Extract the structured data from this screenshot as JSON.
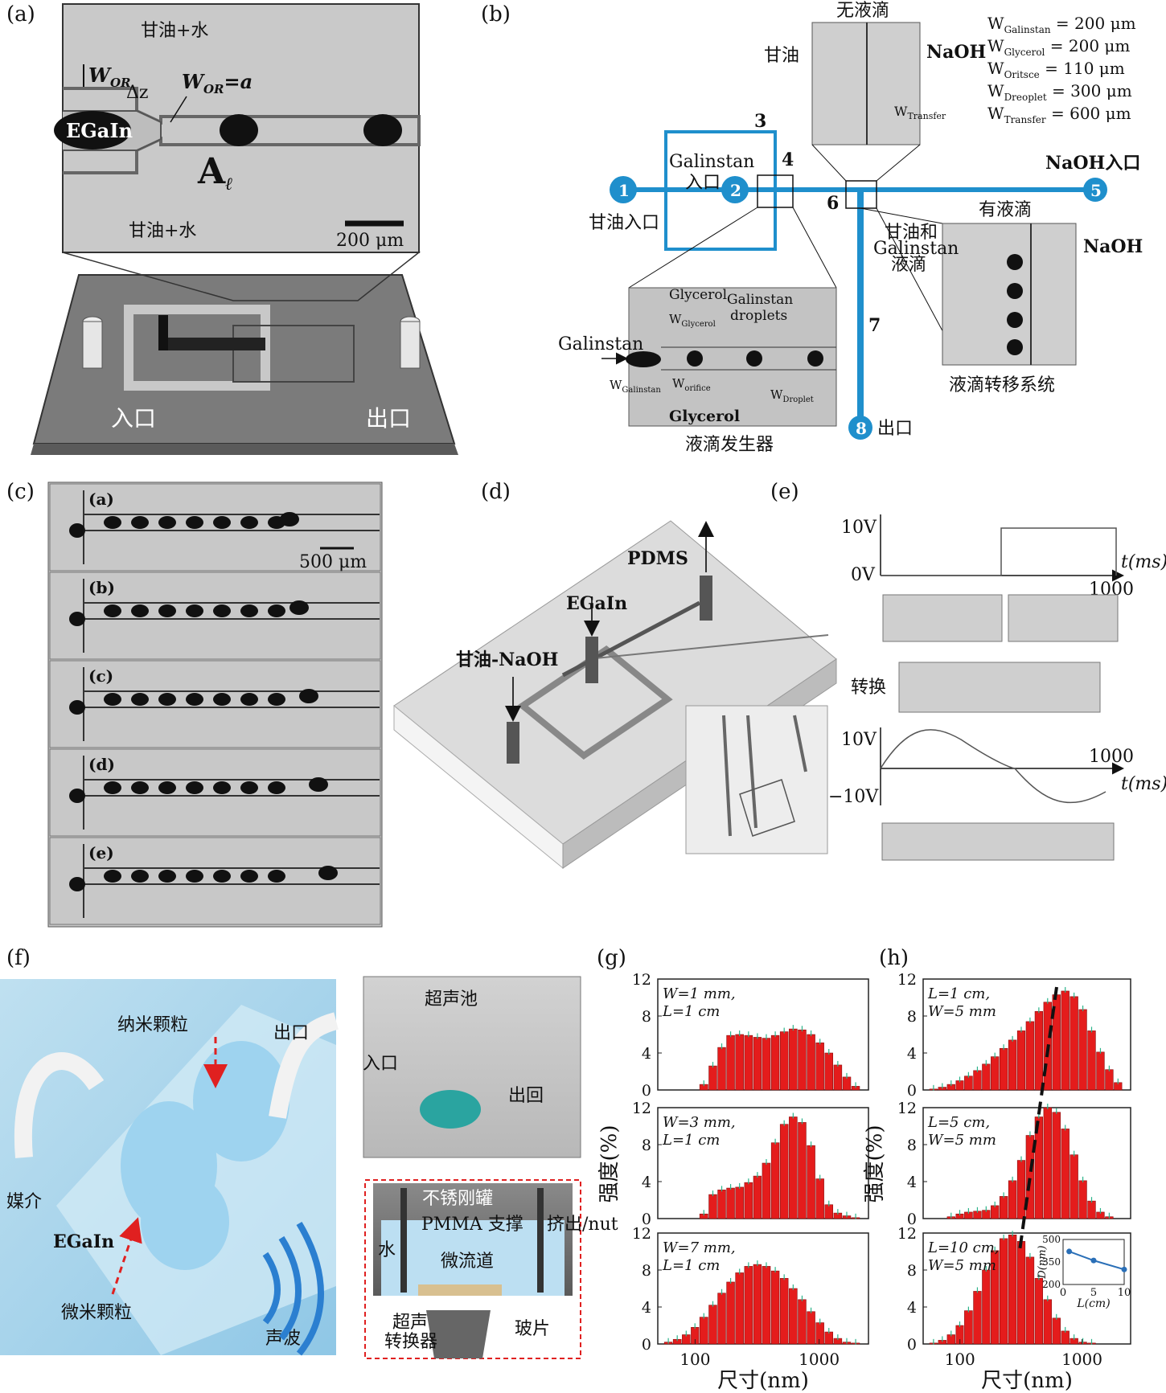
{
  "panels": {
    "a": {
      "label": "(a)",
      "annotations": {
        "top": "甘油+水",
        "bottom": "甘油+水",
        "w_or": "W",
        "w_or_sub": "OR",
        "dz": "Δz",
        "w_or_eq": "W",
        "w_or_eq_sub": "OR",
        "w_or_eq_val": "=a",
        "egain": "EGaIn",
        "a_mark": "A",
        "a_sub": "ℓ",
        "scale": "200 μm",
        "inlet": "入口",
        "outlet": "出口"
      }
    },
    "b": {
      "label": "(b)",
      "top_title": "无液滴",
      "glycerol": "甘油",
      "naoh_top": "NaOH",
      "w_transfer_label": "W",
      "w_transfer_sub": "Transfer",
      "params": [
        {
          "w": "W",
          "sub": "Galinstan",
          "val": " = 200 μm"
        },
        {
          "w": "W",
          "sub": "Glycerol",
          "val": " = 200 μm"
        },
        {
          "w": "W",
          "sub": "Oritsce",
          "val": " = 110 μm"
        },
        {
          "w": "W",
          "sub": "Dreoplet",
          "val": " = 300 μm"
        },
        {
          "w": "W",
          "sub": "Transfer",
          "val": " = 600 μm"
        }
      ],
      "nodes": [
        "1",
        "2",
        "3",
        "4",
        "5",
        "6",
        "7",
        "8"
      ],
      "galinstan_inlet_1": "Galinstan",
      "galinstan_inlet_2": "入口",
      "glycerol_inlet": "甘油入口",
      "naoh_inlet": "NaOH入口",
      "with_droplets": "有液滴",
      "naoh_bottom": "NaOH",
      "mixed_1": "甘油和",
      "mixed_2": "Galinstan",
      "mixed_3": "液滴",
      "transfer_system": "液滴转移系统",
      "generator": {
        "glycerol_top": "Glycerol",
        "galinstan_droplets_1": "Galinstan",
        "galinstan_droplets_2": "droplets",
        "w_glycerol": "W",
        "w_glycerol_sub": "Glycerol",
        "galinstan": "Galinstan",
        "w_galinstan": "W",
        "w_galinstan_sub": "Galinstan",
        "w_orifice": "W",
        "w_orifice_sub": "orifice",
        "w_droplet": "W",
        "w_droplet_sub": "Droplet",
        "glycerol_bottom": "Glycerol",
        "caption": "液滴发生器"
      },
      "outlet": "出口"
    },
    "c": {
      "label": "(c)",
      "rows": [
        "(a)",
        "(b)",
        "(c)",
        "(d)",
        "(e)"
      ],
      "scale": "500 μm"
    },
    "d": {
      "label": "(d)",
      "pdms": "PDMS",
      "egain": "EGaIn",
      "glycerol_naoh": "甘油-NaOH"
    },
    "e": {
      "label": "(e)",
      "v10": "10V",
      "v0": "0V",
      "t1000": "1000",
      "t_axis": "t(ms)",
      "convert": "转换",
      "v10b": "10V",
      "vneg10": "−10V",
      "t1000b": "1000",
      "t_axis_b": "t(ms)"
    },
    "f": {
      "label": "(f)",
      "nano": "纳米颗粒",
      "outlet": "出口",
      "medium": "媒介",
      "egain": "EGaIn",
      "micro": "微米颗粒",
      "wave": "声波",
      "pool": "超声池",
      "inlet2": "入口",
      "outlet2": "出回",
      "tank": "不锈刚罐",
      "pmma": "PMMA 支撑",
      "water": "水",
      "extrude": "挤出/nut",
      "channel": "微流道",
      "trans_1": "超声",
      "trans_2": "转换器",
      "glass": "玻片"
    }
  },
  "chart_data": [
    {
      "type": "bar",
      "panel": "(g)",
      "panel_label": "(g)",
      "xlabel": "尺寸(nm)",
      "ylabel": "强度(%)",
      "x_scale": "log",
      "xlim": [
        50,
        2500
      ],
      "x_ticks": [
        "100",
        "1000"
      ],
      "subplots": [
        {
          "label_1": "W=1 mm,",
          "label_2": "L=1 cm",
          "ylim": [
            0,
            12
          ],
          "y_ticks": [
            "0",
            "4",
            "8",
            "12"
          ],
          "x": [
            56,
            66,
            78,
            92,
            108,
            128,
            151,
            178,
            210,
            248,
            293,
            345,
            408,
            481,
            568,
            671,
            792,
            935,
            1103,
            1302,
            1537,
            1815
          ],
          "values": [
            0,
            0,
            0,
            0,
            0.6,
            2.6,
            4.6,
            5.9,
            6.0,
            5.9,
            5.7,
            5.6,
            5.9,
            6.3,
            6.6,
            6.5,
            6.0,
            5.1,
            4.0,
            2.7,
            1.4,
            0.4
          ]
        },
        {
          "label_1": "W=3 mm,",
          "label_2": "L=1 cm",
          "ylim": [
            0,
            12
          ],
          "y_ticks": [
            "0",
            "4",
            "8",
            "12"
          ],
          "x": [
            56,
            66,
            78,
            92,
            108,
            128,
            151,
            178,
            210,
            248,
            293,
            345,
            408,
            481,
            568,
            671,
            792,
            935,
            1103,
            1302,
            1537,
            1815
          ],
          "values": [
            0,
            0,
            0,
            0,
            0.5,
            2.6,
            3.1,
            3.3,
            3.4,
            3.9,
            4.6,
            6.0,
            8.2,
            10.2,
            11.0,
            10.4,
            7.9,
            4.3,
            1.5,
            0.6,
            0.3,
            0.1
          ]
        },
        {
          "label_1": "W=7 mm,",
          "label_2": "L=1 cm",
          "ylim": [
            0,
            12
          ],
          "y_ticks": [
            "0",
            "4",
            "8",
            "12"
          ],
          "x": [
            56,
            66,
            78,
            92,
            108,
            128,
            151,
            178,
            210,
            248,
            293,
            345,
            408,
            481,
            568,
            671,
            792,
            935,
            1103,
            1302,
            1537,
            1815
          ],
          "values": [
            0.2,
            0.5,
            1.0,
            1.8,
            2.9,
            4.2,
            5.5,
            6.7,
            7.7,
            8.4,
            8.6,
            8.4,
            7.9,
            7.1,
            6.0,
            4.8,
            3.5,
            2.3,
            1.3,
            0.6,
            0.2,
            0.1
          ]
        }
      ]
    },
    {
      "type": "bar",
      "panel": "(h)",
      "panel_label": "(h)",
      "xlabel": "尺寸(nm)",
      "ylabel": "强度(%)",
      "x_scale": "log",
      "xlim": [
        50,
        2500
      ],
      "x_ticks": [
        "100",
        "1000"
      ],
      "subplots": [
        {
          "label_1": "L=1 cm,",
          "label_2": "W=5 mm",
          "ylim": [
            0,
            12
          ],
          "y_ticks": [
            "0",
            "4",
            "8",
            "12"
          ],
          "x": [
            56,
            66,
            78,
            92,
            108,
            128,
            151,
            178,
            210,
            248,
            293,
            345,
            408,
            481,
            568,
            671,
            792,
            935,
            1103,
            1302,
            1537,
            1815
          ],
          "values": [
            0.1,
            0.3,
            0.6,
            1.0,
            1.5,
            2.1,
            2.8,
            3.6,
            4.5,
            5.4,
            6.4,
            7.4,
            8.5,
            9.5,
            10.3,
            10.7,
            10.1,
            8.7,
            6.4,
            4.1,
            2.2,
            0.8
          ]
        },
        {
          "label_1": "L=5 cm,",
          "label_2": "W=5 mm",
          "ylim": [
            0,
            12
          ],
          "y_ticks": [
            "0",
            "4",
            "8",
            "12"
          ],
          "x": [
            56,
            66,
            78,
            92,
            108,
            128,
            151,
            178,
            210,
            248,
            293,
            345,
            408,
            481,
            568,
            671,
            792,
            935,
            1103,
            1302,
            1537,
            1815
          ],
          "values": [
            0,
            0,
            0.2,
            0.5,
            0.7,
            0.8,
            0.9,
            1.4,
            2.4,
            4.1,
            6.3,
            9.0,
            11.0,
            12.0,
            11.5,
            9.7,
            6.9,
            4.1,
            1.9,
            0.7,
            0.2,
            0
          ]
        },
        {
          "label_1": "L=10 cm,",
          "label_2": "W=5 mm",
          "ylim": [
            0,
            12
          ],
          "y_ticks": [
            "0",
            "4",
            "8",
            "12"
          ],
          "x": [
            56,
            66,
            78,
            92,
            108,
            128,
            151,
            178,
            210,
            248,
            293,
            345,
            408,
            481,
            568,
            671,
            792,
            935,
            1103,
            1302,
            1537,
            1815
          ],
          "values": [
            0.1,
            0.4,
            1.0,
            2.0,
            3.6,
            5.7,
            8.0,
            10.1,
            11.4,
            11.8,
            11.1,
            9.4,
            7.1,
            4.8,
            2.8,
            1.4,
            0.6,
            0.2,
            0.1,
            0,
            0,
            0
          ],
          "inset": {
            "type": "line",
            "xlabel": "L(cm)",
            "ylabel": "D(nm)",
            "x": [
              1,
              5,
              10
            ],
            "y": [
              420,
              360,
              300
            ],
            "x_ticks": [
              "0",
              "5",
              "10"
            ],
            "y_ticks": [
              "200",
              "350",
              "500"
            ]
          }
        }
      ]
    }
  ]
}
